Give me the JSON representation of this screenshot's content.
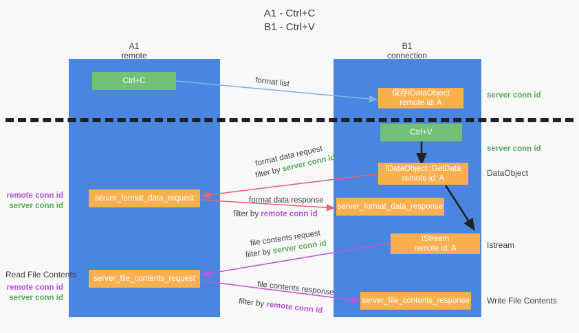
{
  "diagram": {
    "title": "A1 - Ctrl+C\nB1 - Ctrl+V",
    "columns": [
      {
        "id": "a1",
        "header": "A1\nremote"
      },
      {
        "id": "b1",
        "header": "B1\nconnection"
      }
    ],
    "nodes": {
      "ctrl_c": "Ctrl+C",
      "save_idataobject": "保存IDataObject\nremote id: A",
      "ctrl_v": "Ctrl+V",
      "getdata": "IDataObject::GetData\nremote id: A",
      "server_format_data_request": "server_format_data_request",
      "server_format_data_response": "server_format_data_response",
      "istream": "IStream\nremote id: A",
      "server_file_contents_request": "server_file_contents_request",
      "server_file_contents_response": "server_file_contents_response"
    },
    "edge_labels": {
      "format_list": "format list",
      "format_data_request": "format data request",
      "format_data_request_filter_prefix": "filter by ",
      "format_data_request_filter_value": "server conn id",
      "format_data_response": "format data response",
      "format_data_response_filter_prefix": "filter by ",
      "format_data_response_filter_value": "remote conn id",
      "file_contents_request": "file contents request",
      "file_contents_request_filter_prefix": "filter by ",
      "file_contents_request_filter_value": "server conn id",
      "file_contents_response": "file contents response",
      "file_contents_response_filter_prefix": "filter by ",
      "file_contents_response_filter_value": "remote conn id"
    },
    "right_notes": {
      "server_conn_id_top": "server conn id",
      "server_conn_id_mid": "server conn id",
      "dataobject": "DataObject",
      "istream": "Istream",
      "write_file_contents": "Write File Contents"
    },
    "left_notes": {
      "remote_conn_id_1": "remote conn id",
      "server_conn_id_1": "server conn id",
      "read_file_contents": "Read File Contents",
      "remote_conn_id_2": "remote conn id",
      "server_conn_id_2": "server conn id"
    },
    "colors": {
      "column_blue": "#4a86e0",
      "node_orange": "#fbb04f",
      "node_green": "#73c077",
      "arrow_blue": "#7eb3e8",
      "arrow_red": "#e8636b",
      "arrow_purple": "#c452e0",
      "arrow_black": "#202124",
      "text_green": "#5aa75e",
      "text_purple": "#b452d8",
      "background": "#f8f8f8"
    }
  }
}
